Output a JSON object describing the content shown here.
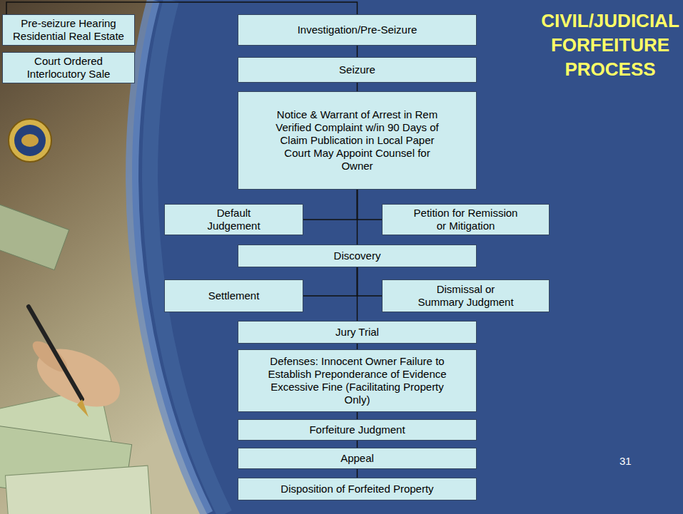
{
  "diagram": {
    "title": "CIVIL/JUDICIAL FORFEITURE PROCESS",
    "nodes": [
      {
        "text": [
          "Pre-seizure Hearing Residential Real Estate"
        ]
      },
      {
        "text": [
          "Investigation/Pre-Seizure"
        ]
      },
      {
        "text": [
          "Court Ordered Interlocutory Sale"
        ]
      },
      {
        "text": [
          "Seizure"
        ]
      },
      {
        "text": [
          "Notice & Warrant of Arrest in Rem Verified Complaint w/in 90 Days of Claim Publication in Local Paper Court May Appoint Counsel for Owner"
        ]
      },
      {
        "text": [
          "Default Judgement"
        ]
      },
      {
        "text": [
          "Petition for Remission or Mitigation"
        ]
      },
      {
        "text": [
          "Discovery"
        ]
      },
      {
        "text": [
          "Settlement"
        ]
      },
      {
        "text": [
          "Dismissal or Summary Judgment"
        ]
      },
      {
        "text": [
          "Jury Trial"
        ]
      },
      {
        "text": [
          "Defenses: Innocent Owner Failure to Establish Preponderance of Evidence Excessive Fine (Facilitating Property Only)"
        ]
      },
      {
        "text": [
          "Forfeiture Judgment"
        ]
      },
      {
        "text": [
          "Appeal"
        ]
      },
      {
        "text": [
          "Disposition of Forfeited Property"
        ]
      }
    ],
    "edges": [
      {
        "from": 0,
        "to": 1,
        "arrow": "none"
      },
      {
        "from": 1,
        "to": 3,
        "arrow": "none"
      },
      {
        "from": 3,
        "to": 4,
        "arrow": "none"
      },
      {
        "from": 4,
        "to": 5,
        "arrow": "none"
      },
      {
        "from": 4,
        "to": 6,
        "arrow": "none"
      },
      {
        "from": 4,
        "to": 7,
        "arrow": "none"
      },
      {
        "from": 7,
        "to": 8,
        "arrow": "none"
      },
      {
        "from": 7,
        "to": 9,
        "arrow": "none"
      },
      {
        "from": 7,
        "to": 10,
        "arrow": "none"
      },
      {
        "from": 10,
        "to": 11,
        "arrow": "none"
      },
      {
        "from": 11,
        "to": 12,
        "arrow": "none"
      },
      {
        "from": 12,
        "to": 13,
        "arrow": "none"
      },
      {
        "from": 13,
        "to": 14,
        "arrow": "none"
      }
    ],
    "labels": [
      "31"
    ]
  }
}
